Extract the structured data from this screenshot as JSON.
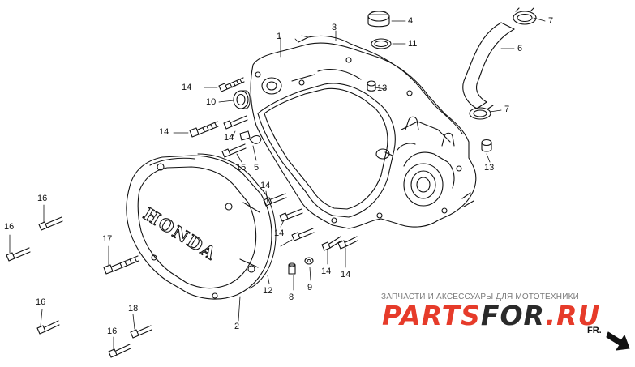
{
  "diagram": {
    "brand_text": "HONDA",
    "callouts": [
      "1",
      "2",
      "3",
      "4",
      "5",
      "6",
      "7",
      "7",
      "8",
      "9",
      "10",
      "11",
      "12",
      "13",
      "13",
      "14",
      "14",
      "14",
      "14",
      "14",
      "14",
      "15",
      "16",
      "16",
      "16",
      "16",
      "17",
      "18"
    ],
    "watermark": {
      "subtitle": "ЗАПЧАСТИ И АКСЕССУАРЫ ДЛЯ МОТОТЕХНИКИ",
      "logo_a": "PARTS",
      "logo_b": "FOR",
      "logo_c": ".RU"
    },
    "direction_label": "FR."
  }
}
